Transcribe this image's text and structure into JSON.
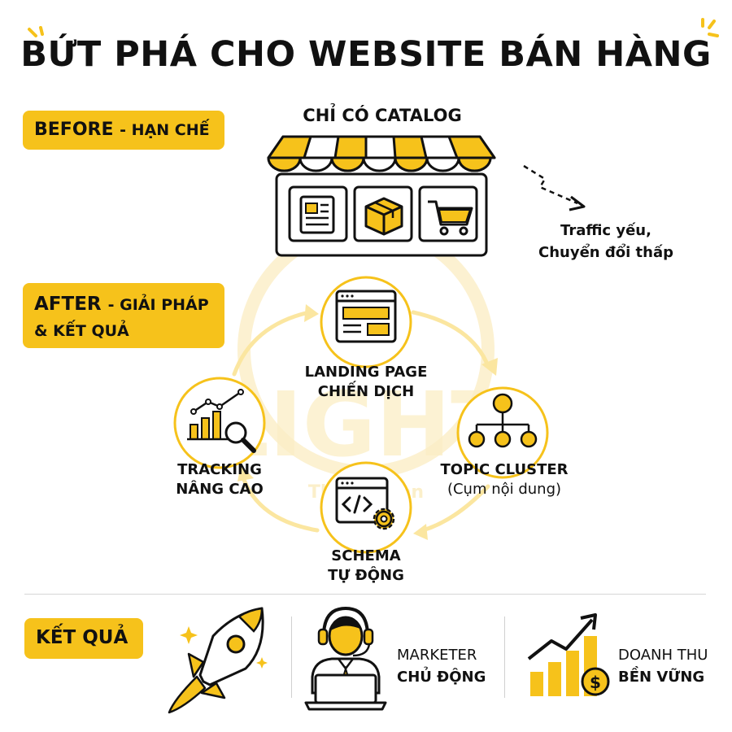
{
  "title": "BỨT PHÁ CHO WEBSITE BÁN HÀNG",
  "before": {
    "main": "BEFORE",
    "sub": "- HẠN CHẾ"
  },
  "catalog_label": "CHỈ CÓ CATALOG",
  "traffic_note": {
    "line1": "Traffic yếu,",
    "line2": "Chuyển đổi thấp"
  },
  "after": {
    "main": "AFTER",
    "sub1": "- GIẢI PHÁP",
    "sub2": "& KẾT QUẢ"
  },
  "watermark": {
    "text": "LIGHT",
    "sub": "Thanh Toàn"
  },
  "cycle": {
    "landing": {
      "line1": "LANDING PAGE",
      "line2": "CHIẾN DỊCH"
    },
    "topic": {
      "line1": "TOPIC CLUSTER",
      "line2": "(Cụm nội dung)"
    },
    "schema": {
      "line1": "SCHEMA",
      "line2": "TỰ ĐỘNG"
    },
    "tracking": {
      "line1": "TRACKING",
      "line2": "NÂNG CAO"
    }
  },
  "result": {
    "label": "KẾT QUẢ",
    "marketer": {
      "line1": "MARKETER",
      "line2": "CHỦ ĐỘNG"
    },
    "revenue": {
      "line1": "DOANH THU",
      "line2": "BỀN VỮNG"
    },
    "dollar_symbol": "$"
  },
  "colors": {
    "accent": "#f6c21b",
    "ink": "#111111",
    "watermark": "#fbeec5"
  },
  "icons": [
    "newspaper-icon",
    "package-box-icon",
    "shopping-cart-icon",
    "browser-landing-icon",
    "hierarchy-icon",
    "code-gear-icon",
    "analytics-magnifier-icon",
    "rocket-icon",
    "marketer-laptop-icon",
    "growth-dollar-icon",
    "declining-arrow-icon"
  ]
}
